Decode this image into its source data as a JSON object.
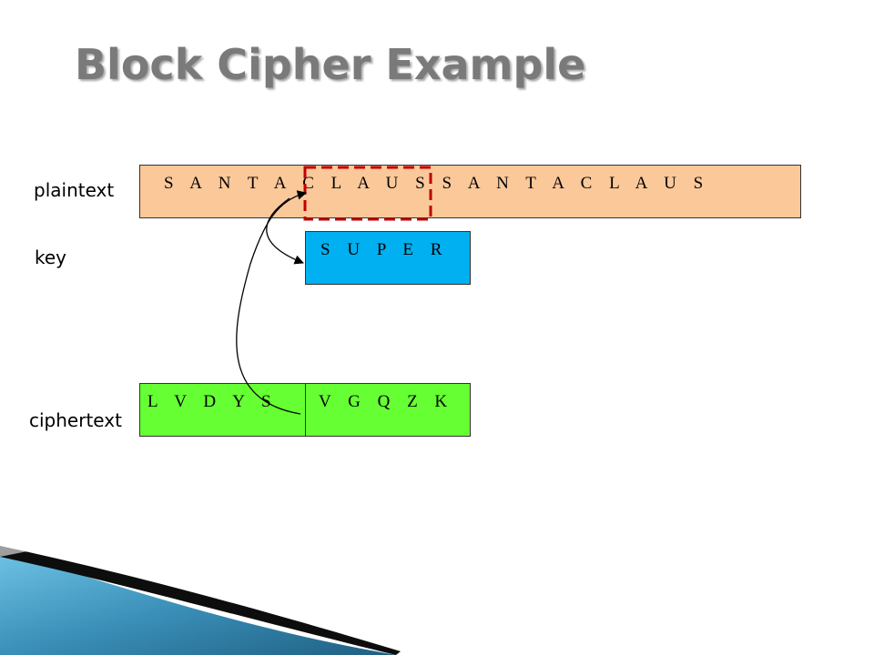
{
  "slide": {
    "title": "Block Cipher Example"
  },
  "labels": {
    "plaintext": "plaintext",
    "key": "key",
    "ciphertext": "ciphertext"
  },
  "plaintext_box": {
    "text": "S A N T A C L A U S S A N T A C L A U S",
    "color": "#fbc89a"
  },
  "key_box": {
    "text": "S U P E R",
    "color": "#00b0f0"
  },
  "ciphertext_boxes": [
    {
      "text": "L V D Y S",
      "color": "#66ff33"
    },
    {
      "text": "V G Q Z K",
      "color": "#66ff33"
    }
  ],
  "highlight": {
    "color": "#c00000"
  },
  "colors": {
    "title": "#7a7a7a",
    "ribbon": "#3a8fb8"
  }
}
